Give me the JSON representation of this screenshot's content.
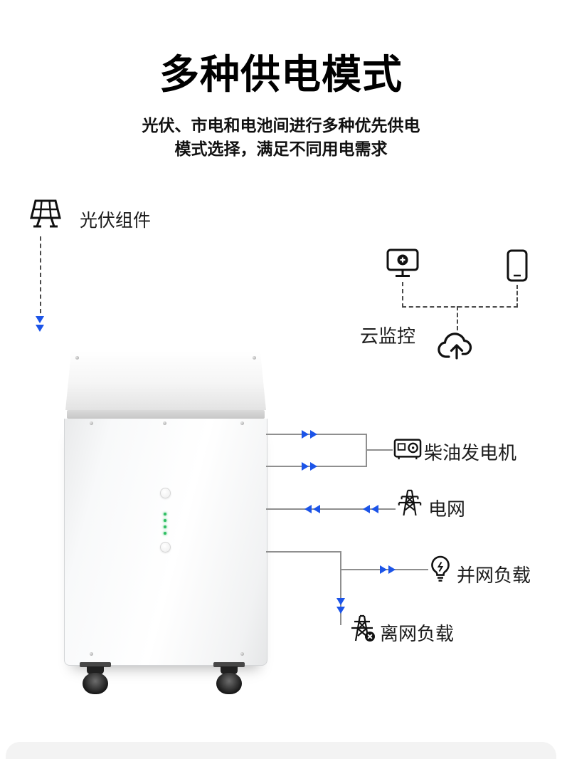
{
  "page": {
    "title": "多种供电模式",
    "subtitle": [
      "光伏、市电和电池间进行多种优先供电",
      "模式选择，满足不同用电需求"
    ]
  },
  "nodes": {
    "pv": {
      "label": "光伏组件",
      "icon": "solar-panel-icon"
    },
    "cloud_monitor": {
      "label": "云监控",
      "icons": [
        "monitor-plus-icon",
        "smartphone-icon",
        "cloud-upload-icon"
      ]
    },
    "generator": {
      "label": "柴油发电机",
      "icon": "diesel-generator-icon"
    },
    "grid": {
      "label": "电网",
      "icon": "power-tower-icon"
    },
    "on_grid_load": {
      "label": "并网负载",
      "icon": "lightbulb-icon"
    },
    "off_grid_load": {
      "label": "离网负载",
      "icon": "tower-off-icon"
    }
  },
  "device": {
    "name": "energy-storage-cabinet"
  },
  "colors": {
    "arrow_blue": "#1C54E8",
    "line_gray": "#8F8F8F",
    "dash_gray": "#4A4A4A",
    "text_black": "#111111",
    "led_green": "#2FBF63"
  }
}
